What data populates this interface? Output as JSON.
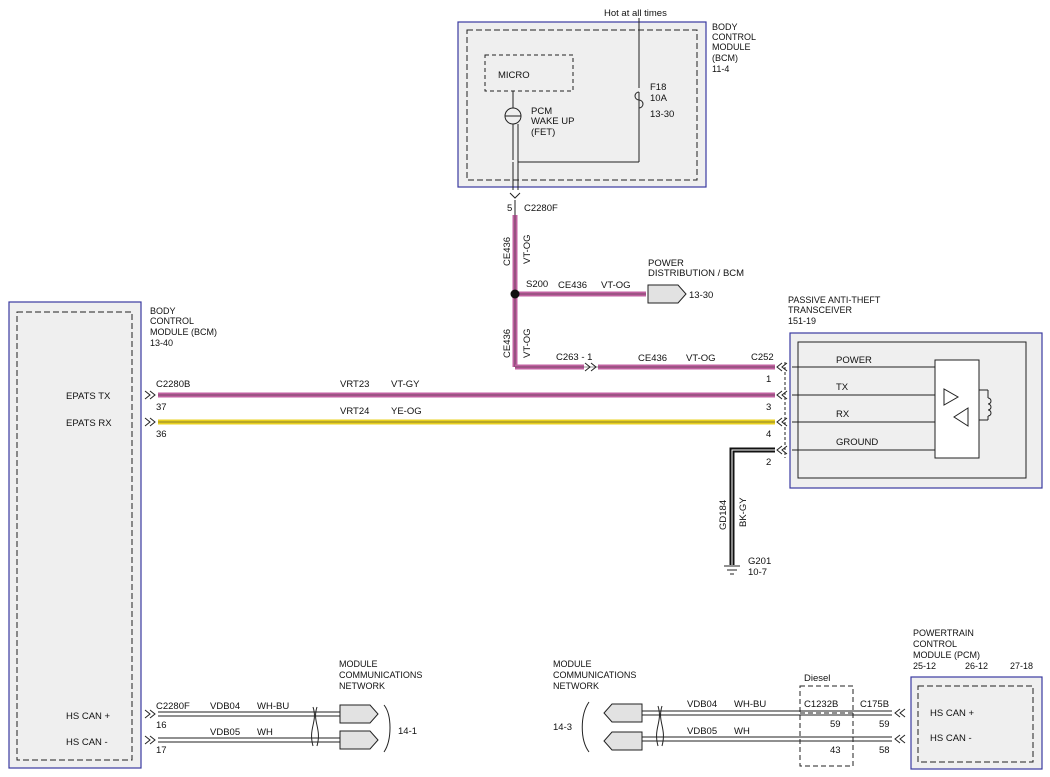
{
  "bcm_top": {
    "hot_label": "Hot at all times",
    "name": [
      "BODY",
      "CONTROL",
      "MODULE",
      "(BCM)",
      "11-4"
    ],
    "micro": "MICRO",
    "fet": [
      "PCM",
      "WAKE UP",
      "(FET)"
    ],
    "fuse": [
      "F18",
      "10A",
      "13-30"
    ]
  },
  "wire_ce436": {
    "pin_c2280f": "5",
    "conn_c2280f": "C2280F",
    "circuit": "CE436",
    "color": "VT-OG",
    "splice": "S200",
    "conn_c263": "C263 - 1",
    "conn_c252": "C252"
  },
  "power_dist": {
    "label": [
      "POWER",
      "DISTRIBUTION / BCM"
    ],
    "ref": "13-30"
  },
  "bcm_left": {
    "name": [
      "BODY",
      "CONTROL",
      "MODULE (BCM)",
      "13-40"
    ],
    "epats_tx": "EPATS TX",
    "epats_rx": "EPATS RX",
    "hs_can_plus": "HS CAN +",
    "hs_can_minus": "HS CAN -"
  },
  "tx_wire": {
    "conn": "C2280B",
    "circuit": "VRT23",
    "color": "VT-GY",
    "pin_bcm": "37",
    "pin_pats": "3"
  },
  "rx_wire": {
    "circuit": "VRT24",
    "color": "YE-OG",
    "pin_bcm": "36",
    "pin_pats": "4"
  },
  "pats": {
    "name": [
      "PASSIVE ANTI-THEFT",
      "TRANSCEIVER",
      "151-19"
    ],
    "power": "POWER",
    "tx": "TX",
    "rx": "RX",
    "ground": "GROUND",
    "pin_power": "1",
    "pin_ground": "2"
  },
  "ground_wire": {
    "circuit": "GD184",
    "color": "BK-GY",
    "ground": "G201",
    "ref": "10-7"
  },
  "mcn_left": {
    "label": [
      "MODULE",
      "COMMUNICATIONS",
      "NETWORK"
    ],
    "ref": "14-1"
  },
  "mcn_right": {
    "label": [
      "MODULE",
      "COMMUNICATIONS",
      "NETWORK"
    ],
    "ref": "14-3"
  },
  "can_left": {
    "conn": "C2280F",
    "plus_circuit": "VDB04",
    "plus_color": "WH-BU",
    "plus_pin": "16",
    "minus_circuit": "VDB05",
    "minus_color": "WH",
    "minus_pin": "17"
  },
  "can_right": {
    "plus_circuit": "VDB04",
    "plus_color": "WH-BU",
    "minus_circuit": "VDB05",
    "minus_color": "WH",
    "diesel": "Diesel",
    "conn_c1232b": "C1232B",
    "pin_c1232b_plus": "59",
    "pin_c1232b_minus": "43",
    "conn_c175b": "C175B",
    "pin_c175b_plus": "59",
    "pin_c175b_minus": "58"
  },
  "pcm": {
    "name": [
      "POWERTRAIN",
      "CONTROL",
      "MODULE (PCM)"
    ],
    "refs": [
      "25-12",
      "26-12",
      "27-18"
    ],
    "hs_can_plus": "HS CAN +",
    "hs_can_minus": "HS CAN -"
  }
}
